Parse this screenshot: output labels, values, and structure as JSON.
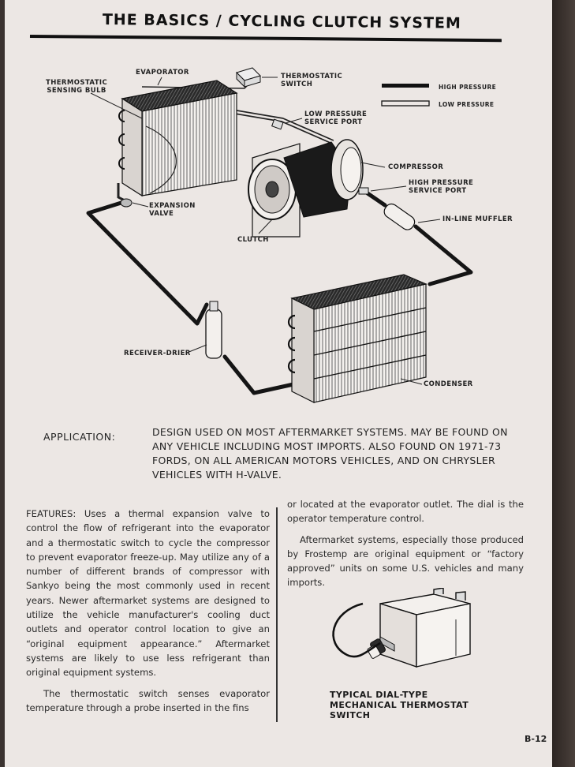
{
  "header": {
    "title": "THE BASICS / CYCLING CLUTCH SYSTEM"
  },
  "diagram": {
    "labels": {
      "evaporator": "EVAPORATOR",
      "thermostatic_sensing_bulb": "THERMOSTATIC\nSENSING BULB",
      "thermostatic_switch": "THERMOSTATIC\nSWITCH",
      "low_pressure_service_port": "LOW PRESSURE\nSERVICE PORT",
      "compressor": "COMPRESSOR",
      "high_pressure_service_port": "HIGH PRESSURE\nSERVICE PORT",
      "in_line_muffler": "IN-LINE MUFFLER",
      "expansion_valve": "EXPANSION\nVALVE",
      "clutch": "CLUTCH",
      "receiver_drier": "RECEIVER-DRIER",
      "condenser": "CONDENSER"
    },
    "legend": {
      "high": "HIGH PRESSURE",
      "low": "LOW PRESSURE"
    }
  },
  "application": {
    "label": "APPLICATION:",
    "text": "DESIGN USED ON MOST AFTERMARKET SYSTEMS. MAY BE FOUND ON ANY VEHICLE INCLUDING MOST IMPORTS. ALSO FOUND ON 1971-73 FORDS, ON ALL AMERICAN MOTORS VEHICLES, AND ON CHRYSLER VEHICLES WITH H-VALVE."
  },
  "features": {
    "p1": "FEATURES: Uses a thermal expansion valve to control the flow of refrigerant into the evaporator and a thermostatic switch to cycle the compressor to prevent evaporator freeze-up. May utilize any of a number of different brands of compressor with Sankyo being the most commonly used in recent years. Newer aftermarket systems are designed to utilize the vehicle manufacturer's cooling duct outlets and operator control location to give an “original equipment appearance.” Aftermarket systems are likely to use less refrigerant than original equipment systems.",
    "p2": "The thermostatic switch senses evaporator temperature through a probe inserted in the fins",
    "p3": "or located at the evaporator outlet. The dial is the operator temperature control.",
    "p4": "Aftermarket systems, especially those produced by Frostemp are original equipment or “factory approved” units on some U.S. vehicles and many imports."
  },
  "thermostat_caption": "TYPICAL DIAL-TYPE\nMECHANICAL THERMOSTAT\nSWITCH",
  "page_number": "B-12"
}
